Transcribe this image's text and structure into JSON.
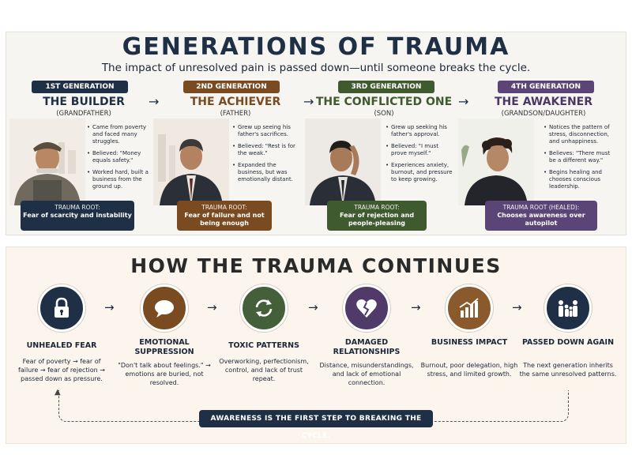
{
  "header": {
    "title": "GENERATIONS OF TRAUMA",
    "subtitle": "The impact of unresolved pain is passed down—until someone breaks the cycle."
  },
  "generations": [
    {
      "badge": "1ST GENERATION",
      "name": "THE BUILDER",
      "role": "(GRANDFATHER)",
      "color": "#1f3046",
      "name_color": "#1f3046",
      "bullets": [
        "Came from poverty and faced many struggles.",
        "Believed: \"Money equals safety.\"",
        "Worked hard, built a business from the ground up."
      ],
      "root_label": "TRAUMA ROOT:",
      "root_text": "Fear of scarcity and instability"
    },
    {
      "badge": "2ND GENERATION",
      "name": "THE ACHIEVER",
      "role": "(FATHER)",
      "color": "#7a4a21",
      "name_color": "#7a4a21",
      "bullets": [
        "Grew up seeing his father's sacrifices.",
        "Believed: \"Rest is for the weak.\"",
        "Expanded the business, but was emotionally distant."
      ],
      "root_label": "TRAUMA ROOT:",
      "root_text": "Fear of failure and not being enough"
    },
    {
      "badge": "3RD GENERATION",
      "name": "THE CONFLICTED ONE",
      "role": "(SON)",
      "color": "#3f5a2e",
      "name_color": "#3f5a2e",
      "bullets": [
        "Grew up seeking his father's approval.",
        "Believed: \"I must prove myself.\"",
        "Experiences anxiety, burnout, and pressure to keep growing."
      ],
      "root_label": "TRAUMA ROOT:",
      "root_text": "Fear of rejection and people-pleasing"
    },
    {
      "badge": "4TH GENERATION",
      "name": "THE AWAKENER",
      "role": "(GRANDSON/DAUGHTER)",
      "color": "#5b4577",
      "name_color": "#4a3766",
      "bullets": [
        "Notices the pattern of stress, disconnection, and unhappiness.",
        "Believes: \"There must be a different way.\"",
        "Begins healing and chooses conscious leadership."
      ],
      "root_label": "TRAUMA ROOT (HEALED):",
      "root_text": "Chooses awareness over autopilot"
    }
  ],
  "process": {
    "title": "HOW THE TRAUMA CONTINUES",
    "steps": [
      {
        "title": "UNHEALED FEAR",
        "desc": "Fear of poverty → fear of failure → fear of rejection → passed down as pressure.",
        "icon": "lock-icon",
        "color": "#1f3046"
      },
      {
        "title": "EMOTIONAL SUPPRESSION",
        "desc": "\"Don't talk about feelings.\" → emotions are buried, not resolved.",
        "icon": "speech-bubble-icon",
        "color": "#7a4a21"
      },
      {
        "title": "TOXIC PATTERNS",
        "desc": "Overworking, perfectionism, control, and lack of trust repeat.",
        "icon": "cycle-arrows-icon",
        "color": "#44603a"
      },
      {
        "title": "DAMAGED RELATIONSHIPS",
        "desc": "Distance, misunderstandings, and lack of emotional connection.",
        "icon": "broken-heart-icon",
        "color": "#4f3a6a"
      },
      {
        "title": "BUSINESS IMPACT",
        "desc": "Burnout, poor delegation, high stress, and limited growth.",
        "icon": "bar-chart-icon",
        "color": "#8a5a2c"
      },
      {
        "title": "PASSED DOWN AGAIN",
        "desc": "The next generation inherits the same unresolved patterns.",
        "icon": "family-icon",
        "color": "#1f3046"
      }
    ],
    "cta": "AWARENESS IS THE FIRST STEP TO BREAKING THE CYCLE."
  }
}
